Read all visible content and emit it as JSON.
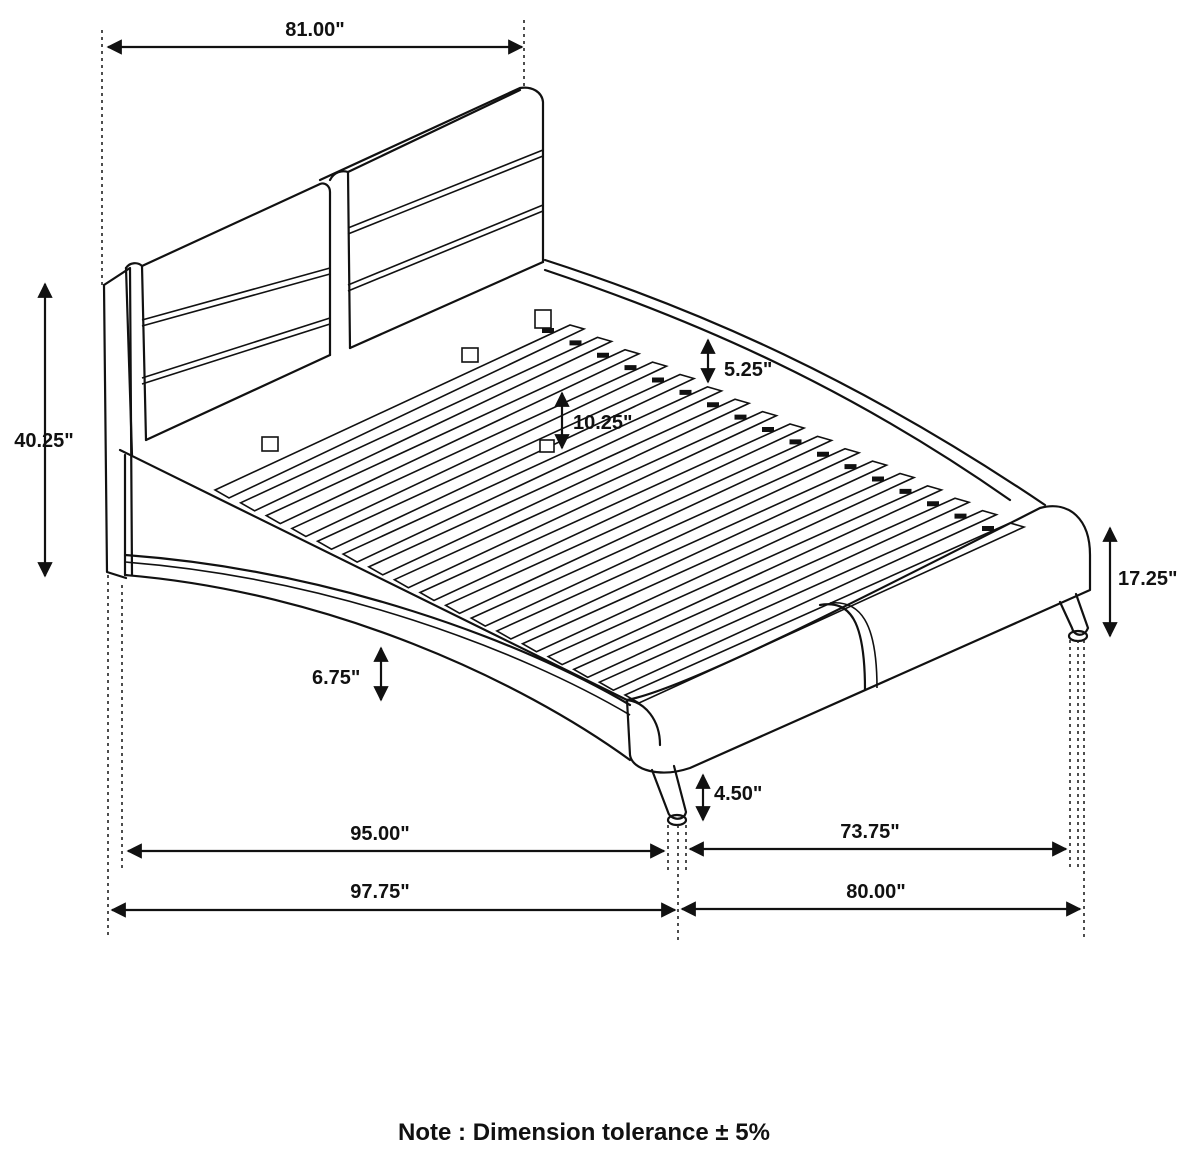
{
  "dimensions": {
    "headboard_width": "81.00\"",
    "headboard_height": "40.25\"",
    "side_rail_height": "5.25\"",
    "center_support": "10.25\"",
    "footboard_height": "17.25\"",
    "side_curve_drop": "6.75\"",
    "leg_height": "4.50\"",
    "inner_length": "95.00\"",
    "outer_length": "97.75\"",
    "inner_width": "73.75\"",
    "outer_width": "80.00\""
  },
  "note": "Note : Dimension tolerance ± 5%",
  "colors": {
    "line": "#111111",
    "background": "#ffffff"
  }
}
